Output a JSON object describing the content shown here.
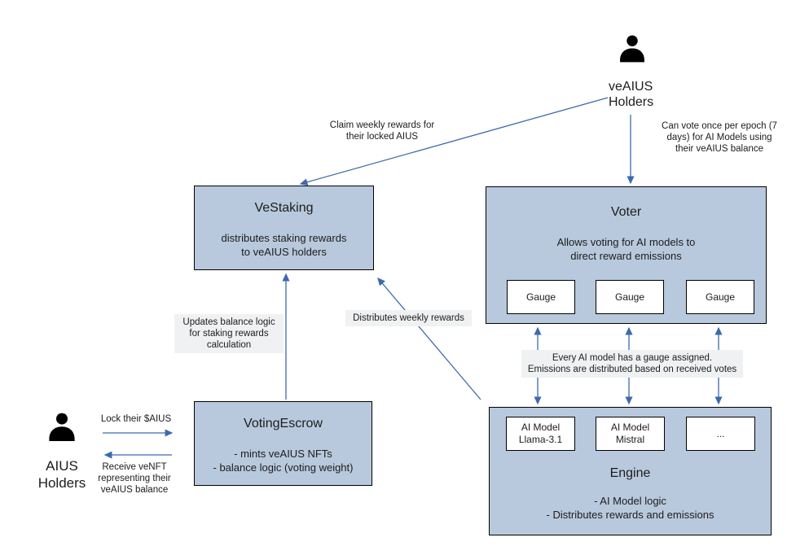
{
  "diagram": {
    "colors": {
      "box_fill": "#b9c9dd",
      "box_border": "#000000",
      "arrow": "#3d6aad",
      "note_bg": "#eff1f3"
    },
    "actors": {
      "veaius_holders": {
        "label": "veAIUS\nHolders"
      },
      "aius_holders": {
        "label": "AIUS\nHolders"
      }
    },
    "boxes": {
      "vestaking": {
        "title": "VeStaking",
        "body": "distributes staking rewards\nto veAIUS holders"
      },
      "voter": {
        "title": "Voter",
        "body": "Allows voting for AI models to\ndirect reward emissions",
        "gauges": [
          "Gauge",
          "Gauge",
          "Gauge"
        ]
      },
      "votingescrow": {
        "title": "VotingEscrow",
        "body": "- mints veAIUS NFTs\n- balance logic (voting weight)"
      },
      "engine": {
        "title": "Engine",
        "body": "- AI Model logic\n- Distributes rewards and emissions",
        "models": [
          "AI Model\nLlama-3.1",
          "AI Model\nMistral",
          "..."
        ]
      }
    },
    "labels": {
      "claim_weekly": "Claim weekly rewards for\ntheir locked AIUS",
      "can_vote": "Can vote once per epoch (7\ndays)  for AI Models using\ntheir veAIUS balance",
      "lock_aius": "Lock their $AIUS",
      "receive_venft": "Receive veNFT\nrepresenting their\nveAIUS balance",
      "updates_balance": "Updates balance logic\nfor staking rewards\ncalculation",
      "distributes_weekly": "Distributes weekly rewards",
      "every_ai_model": "Every AI model has a gauge assigned.\nEmissions are distributed based on received votes"
    }
  }
}
